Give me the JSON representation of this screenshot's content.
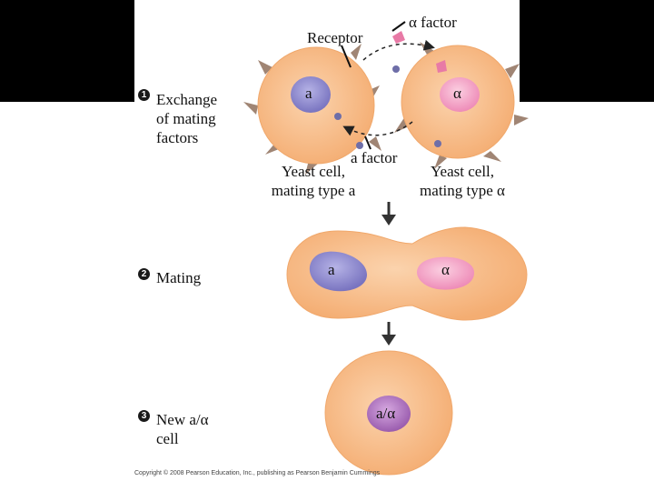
{
  "steps": [
    {
      "number": "1",
      "label": "Exchange\nof mating\nfactors"
    },
    {
      "number": "2",
      "label": "Mating"
    },
    {
      "number": "3",
      "label": "New a/α\ncell"
    }
  ],
  "labels": {
    "receptor": "Receptor",
    "alpha_factor": "α factor",
    "a_factor": "a factor",
    "yeast_a": "Yeast cell,\nmating type a",
    "yeast_alpha": "Yeast cell,\nmating type α"
  },
  "nuclei": {
    "a": "a",
    "alpha": "α",
    "a_mating": "a",
    "alpha_mating": "α",
    "diploid": "a/α"
  },
  "copyright": "Copyright © 2008 Pearson Education, Inc., publishing as Pearson Benjamin Cummings",
  "colors": {
    "cell_fill": "#f7be8c",
    "cell_edge": "#f0a86c",
    "nucleus_a": "#8a86cc",
    "nucleus_alpha": "#f4a6c8",
    "nucleus_diploid": "#b07cc0",
    "receptor": "#a0887a",
    "factor_pink": "#e87aa6",
    "factor_blue": "#6e6ea8"
  },
  "icons": [
    "receptor-icon",
    "alpha-factor-icon",
    "a-factor-icon",
    "down-arrow-icon"
  ]
}
